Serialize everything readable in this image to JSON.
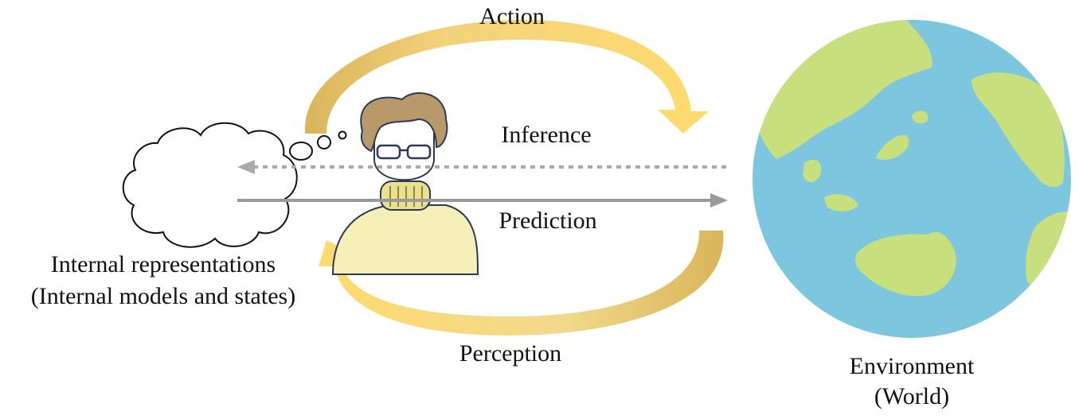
{
  "labels": {
    "action": "Action",
    "inference": "Inference",
    "prediction": "Prediction",
    "perception": "Perception",
    "internal_line1": "Internal representations",
    "internal_line2": "(Internal models and states)",
    "environment_line1": "Environment",
    "environment_line2": "(World)"
  },
  "colors": {
    "cycle_arrow_light": "#FFE07A",
    "cycle_arrow_dark": "#D9B55A",
    "inference_arrow": "#A9A9A9",
    "prediction_arrow": "#9A9A9A",
    "ocean": "#7DC6DF",
    "land": "#C8DF7E",
    "sweater": "#F6F0B8",
    "hair": "#B89A6A",
    "outline": "#2B3A55"
  },
  "icons": {
    "person": "person-icon",
    "earth": "earth-globe-icon",
    "thought": "thought-bubble-icon"
  }
}
